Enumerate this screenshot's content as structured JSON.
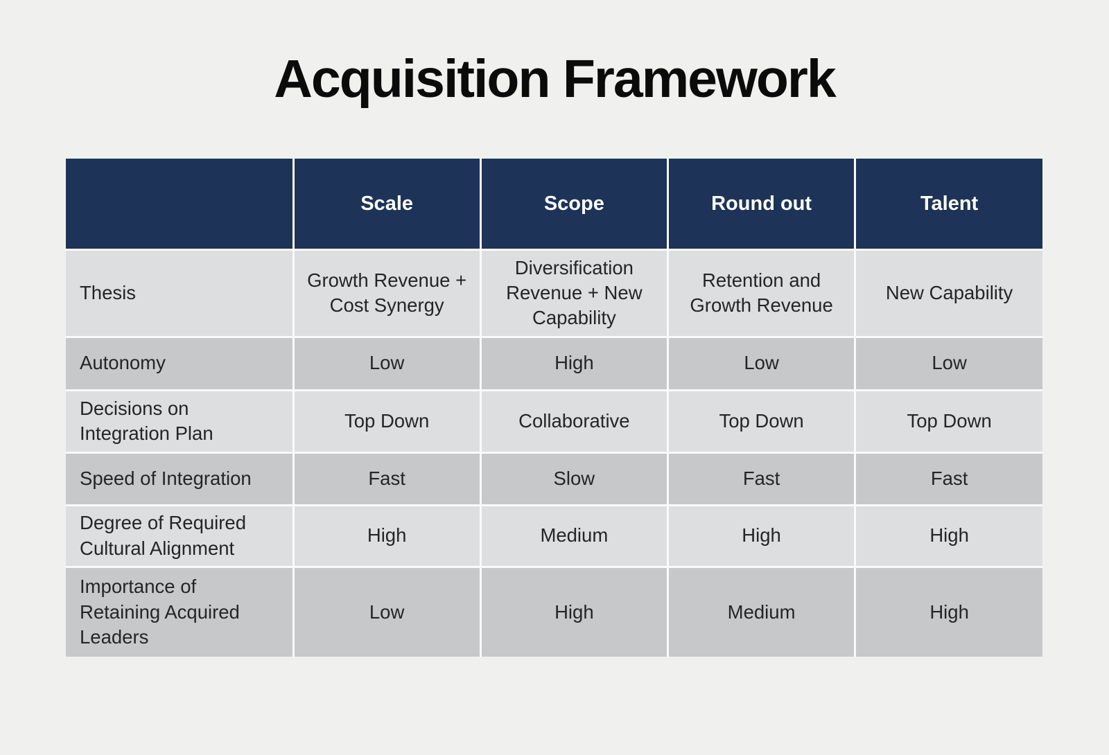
{
  "page": {
    "title": "Acquisition Framework"
  },
  "colors": {
    "page_bg": "#f0f1ef",
    "header_bg": "#1d3357",
    "header_text": "#ffffff",
    "row_light": "#dcdedf",
    "row_dark": "#c6c8ca",
    "gutter": "#fafafa",
    "cell_text": "#252525",
    "title_text": "#0b0b0b"
  },
  "table": {
    "columns": [
      "",
      "Scale",
      "Scope",
      "Round out",
      "Talent"
    ],
    "rows": [
      {
        "label": "Thesis",
        "values": [
          "Growth Revenue + Cost Synergy",
          "Diversification Revenue + New Capability",
          "Retention and Growth Revenue",
          "New Capability"
        ]
      },
      {
        "label": "Autonomy",
        "values": [
          "Low",
          "High",
          "Low",
          "Low"
        ]
      },
      {
        "label": "Decisions on Integration Plan",
        "values": [
          "Top Down",
          "Collaborative",
          "Top Down",
          "Top Down"
        ]
      },
      {
        "label": "Speed of Integration",
        "values": [
          "Fast",
          "Slow",
          "Fast",
          "Fast"
        ]
      },
      {
        "label": "Degree of Required Cultural Alignment",
        "values": [
          "High",
          "Medium",
          "High",
          "High"
        ]
      },
      {
        "label": "Importance of Retaining Acquired Leaders",
        "values": [
          "Low",
          "High",
          "Medium",
          "High"
        ]
      }
    ]
  },
  "chart_data": {
    "type": "table",
    "title": "Acquisition Framework",
    "columns": [
      "",
      "Scale",
      "Scope",
      "Round out",
      "Talent"
    ],
    "rows": [
      [
        "Thesis",
        "Growth Revenue + Cost Synergy",
        "Diversification Revenue + New Capability",
        "Retention and Growth Revenue",
        "New Capability"
      ],
      [
        "Autonomy",
        "Low",
        "High",
        "Low",
        "Low"
      ],
      [
        "Decisions on Integration Plan",
        "Top Down",
        "Collaborative",
        "Top Down",
        "Top Down"
      ],
      [
        "Speed of Integration",
        "Fast",
        "Slow",
        "Fast",
        "Fast"
      ],
      [
        "Degree of Required Cultural Alignment",
        "High",
        "Medium",
        "High",
        "High"
      ],
      [
        "Importance of Retaining Acquired Leaders",
        "Low",
        "High",
        "Medium",
        "High"
      ]
    ]
  }
}
